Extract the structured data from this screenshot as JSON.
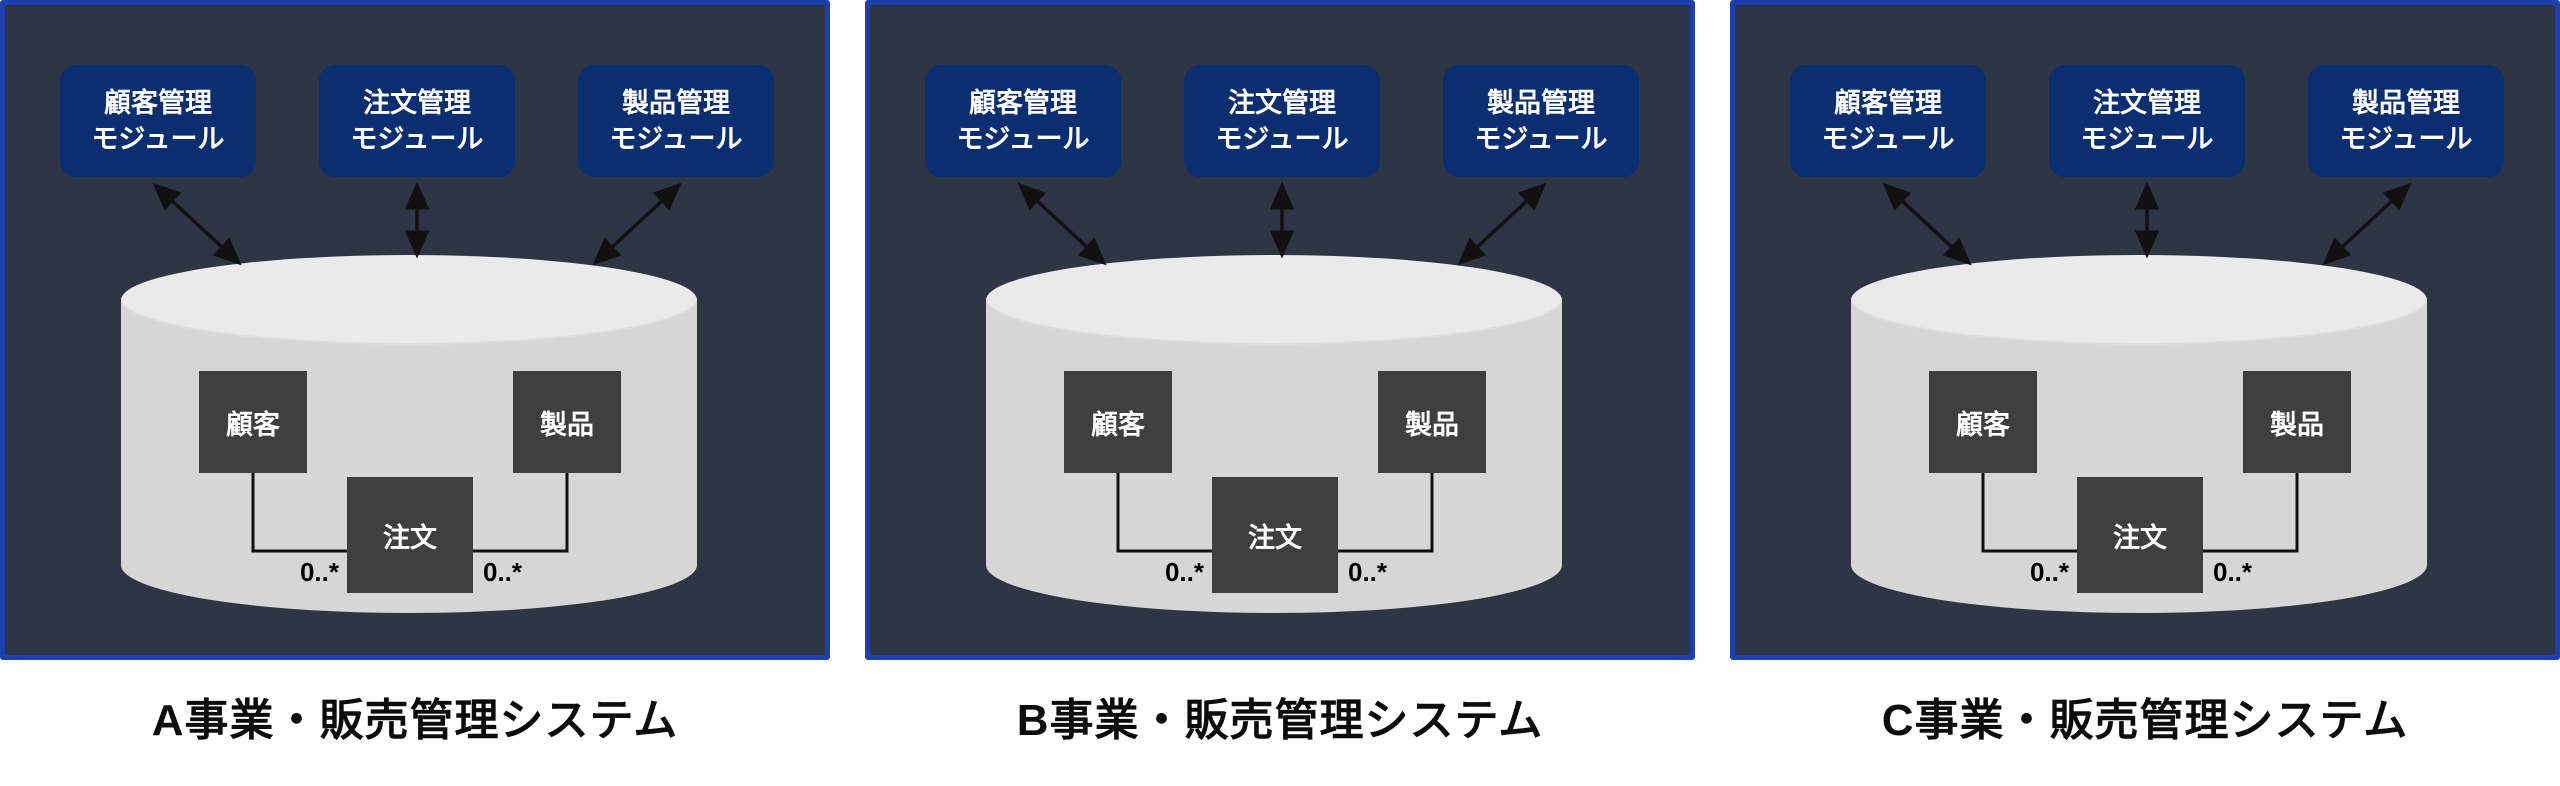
{
  "systems": [
    {
      "title": "A事業・販売管理システム"
    },
    {
      "title": "B事業・販売管理システム"
    },
    {
      "title": "C事業・販売管理システム"
    }
  ],
  "modules": [
    {
      "label": "顧客管理\nモジュール"
    },
    {
      "label": "注文管理\nモジュール"
    },
    {
      "label": "製品管理\nモジュール"
    }
  ],
  "entities": {
    "customer": "顧客",
    "order": "注文",
    "product": "製品"
  },
  "multiplicity": "0..*",
  "colors": {
    "panel_bg": "#2e3545",
    "panel_border": "#1e3fae",
    "module_bg": "#0a2e70",
    "cylinder_top": "#eaeaea",
    "cylinder_body": "#d6d6d6",
    "entity_bg": "#3f3f3f",
    "connector": "#111111",
    "title_text": "#0c0c0c"
  }
}
